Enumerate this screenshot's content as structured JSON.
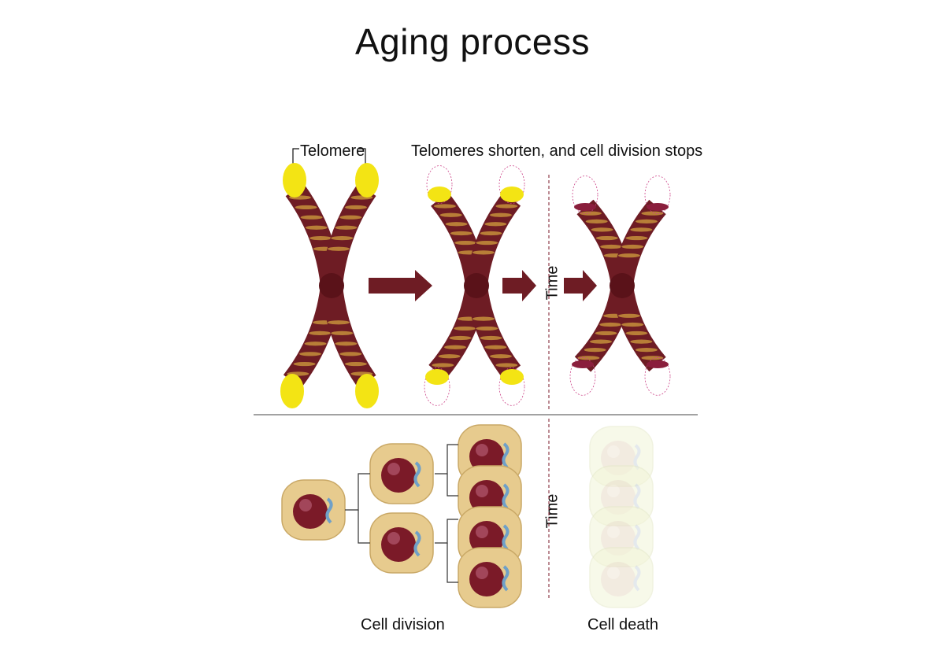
{
  "title": "Aging process",
  "labels": {
    "telomere": "Telomere",
    "shorten": "Telomeres shorten, and cell division stops",
    "time_top": "Time",
    "time_bottom": "Time",
    "cell_division": "Cell division",
    "cell_death": "Cell death"
  },
  "colors": {
    "chromatid": "#6e1c24",
    "band": "#c08a3a",
    "telomere": "#f3e414",
    "arrow": "#6e1c24",
    "cell": "#e7cb8e",
    "nucleus": "#7b1a28",
    "dead_cell": "#f2f5d8"
  },
  "stages": [
    {
      "telomere_state": "long"
    },
    {
      "telomere_state": "short"
    },
    {
      "telomere_state": "none"
    }
  ]
}
